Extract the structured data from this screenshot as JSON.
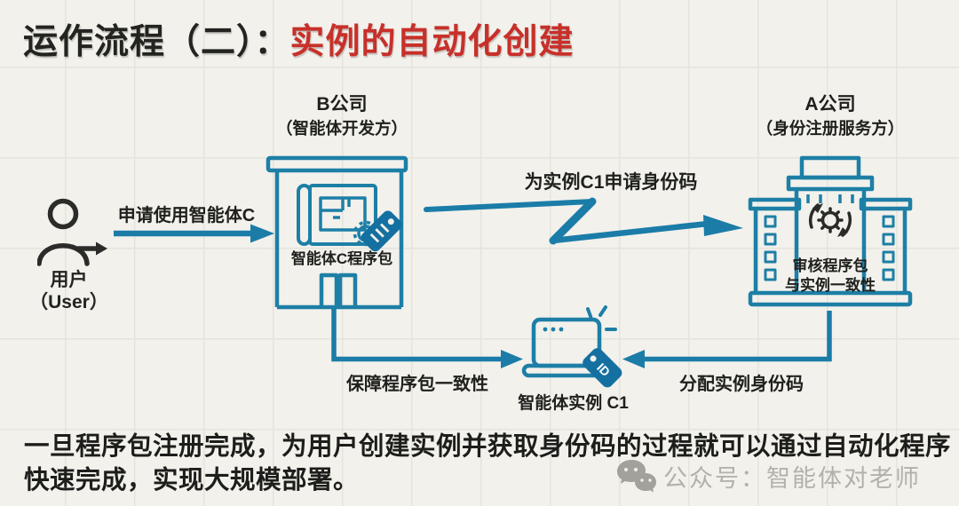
{
  "title": {
    "prefix": "运作流程（二）：",
    "highlight": "实例的自动化创建"
  },
  "colors": {
    "teal": "#1b7ca8",
    "teal_fill": "#1470a0",
    "ink": "#232321",
    "red_accent": "#c8302a",
    "background": "#f2f1ec",
    "watermark_gray": "#b2b1aa"
  },
  "user": {
    "label": "用户",
    "sublabel": "（User）",
    "icon": "person-arrow-icon"
  },
  "company_b": {
    "name": "B公司",
    "role": "（智能体开发方）",
    "inner_label": "智能体C程序包",
    "icon": "building-blueprint-tag-icon"
  },
  "company_a": {
    "name": "A公司",
    "role": "（身份注册服务方）",
    "inner_label_line1": "审核程序包",
    "inner_label_line2": "与实例一致性",
    "icon": "building-gear-sync-icon"
  },
  "instance": {
    "label": "智能体实例 C1",
    "tag_text": "ID",
    "icon": "laptop-id-tag-icon"
  },
  "flows": {
    "request": "申请使用智能体C",
    "apply_id": "为实例C1申请身份码",
    "ensure": "保障程序包一致性",
    "assign": "分配实例身份码"
  },
  "footer": {
    "line1": "一旦程序包注册完成，为用户创建实例并获取身份码的过程就可以通过自动化程序",
    "line2": "快速完成，实现大规模部署。"
  },
  "watermark": {
    "text": "公众号：智能体对老师",
    "icon": "wechat-icon"
  }
}
